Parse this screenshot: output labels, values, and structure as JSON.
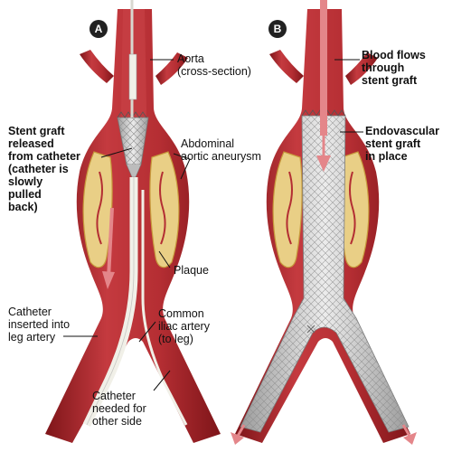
{
  "panels": {
    "a": {
      "badge": "A"
    },
    "b": {
      "badge": "B"
    }
  },
  "labels": {
    "aorta": "Aorta\n(cross-section)",
    "stent_released": "Stent graft\nreleased\nfrom catheter\n(catheter is\nslowly\npulled\nback)",
    "aneurysm": "Abdominal\naortic aneurysm",
    "plaque": "Plaque",
    "catheter_inserted": "Catheter\ninserted into\nleg artery",
    "iliac": "Common\niliac artery\n(to leg)",
    "catheter_other": "Catheter\nneeded for\nother side",
    "blood_flows": "Blood flows\nthrough\nstent graft",
    "endovascular": "Endovascular\nstent graft\nin place"
  },
  "colors": {
    "vessel": "#a8232a",
    "vessel_dark": "#7e1519",
    "plaque": "#e9cf86",
    "plaque_edge": "#c79a3c",
    "stent": "#c9c9c9",
    "catheter": "#f1f0e8",
    "arrow": "#e4868a"
  }
}
